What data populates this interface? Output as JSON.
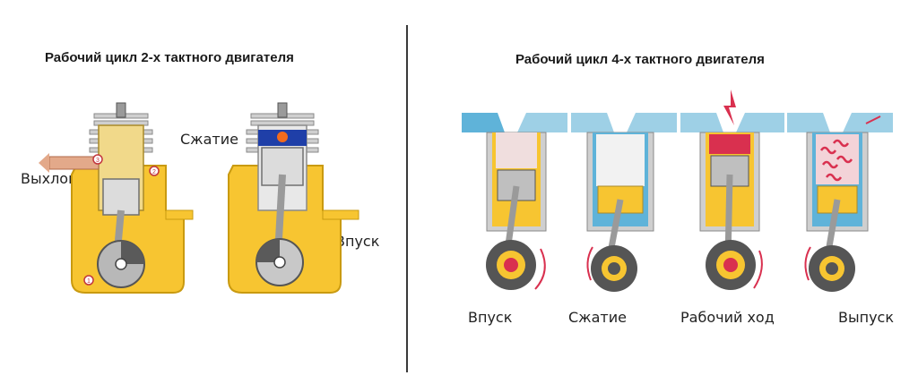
{
  "left_panel": {
    "title": "Рабочий цикл 2-х тактного двигателя",
    "labels": {
      "exhaust": "Выхлоп",
      "compression": "Сжатие",
      "intake": "Впуск"
    },
    "markers": [
      "1",
      "2",
      "3"
    ]
  },
  "right_panel": {
    "title": "Рабочий цикл 4-х тактного двигателя",
    "strokes": [
      {
        "label": "Впуск",
        "icon": "intake-stroke-engine"
      },
      {
        "label": "Сжатие",
        "icon": "compression-stroke-engine"
      },
      {
        "label": "Рабочий ход",
        "icon": "power-stroke-engine"
      },
      {
        "label": "Выпуск",
        "icon": "exhaust-stroke-engine"
      }
    ]
  },
  "colors": {
    "crankcase_yellow": "#f7c531",
    "cylinder_gray": "#cfcfcf",
    "port_blue": "#5fb3d9",
    "mixture_red": "#d9304f",
    "flywheel_dark": "#3a3a3a",
    "divider": "#3a3a3a"
  }
}
